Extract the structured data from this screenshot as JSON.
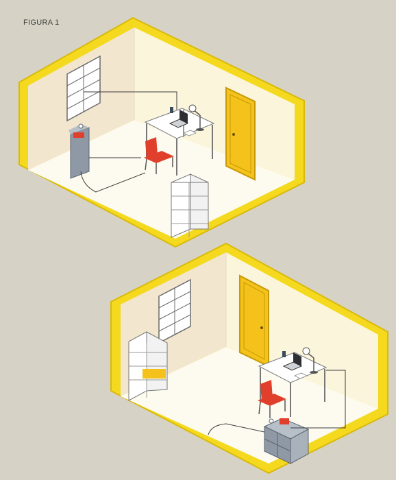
{
  "figure_label": "FIGURA 1",
  "colors": {
    "background": "#d6d3c6",
    "room_border": "#f5d91e",
    "room_border_edge": "#d9b90a",
    "wall_left": "#f3e6cf",
    "wall_back": "#fbf5dc",
    "floor": "#fdfbef",
    "door": "#f4c21a",
    "chair": "#e0402b",
    "cabinet": "#8f99a6",
    "cabinet_red": "#e0402b",
    "line": "#3b3b3b",
    "window_frame": "#ffffff"
  },
  "rooms": [
    {
      "name": "room-top",
      "items": [
        "window",
        "door",
        "desk",
        "chair",
        "laptop",
        "lamp",
        "tall-cabinet",
        "shelf",
        "cable"
      ]
    },
    {
      "name": "room-bottom",
      "items": [
        "window",
        "door",
        "desk",
        "chair",
        "laptop",
        "lamp",
        "low-cabinet",
        "shelf",
        "cable"
      ]
    }
  ]
}
